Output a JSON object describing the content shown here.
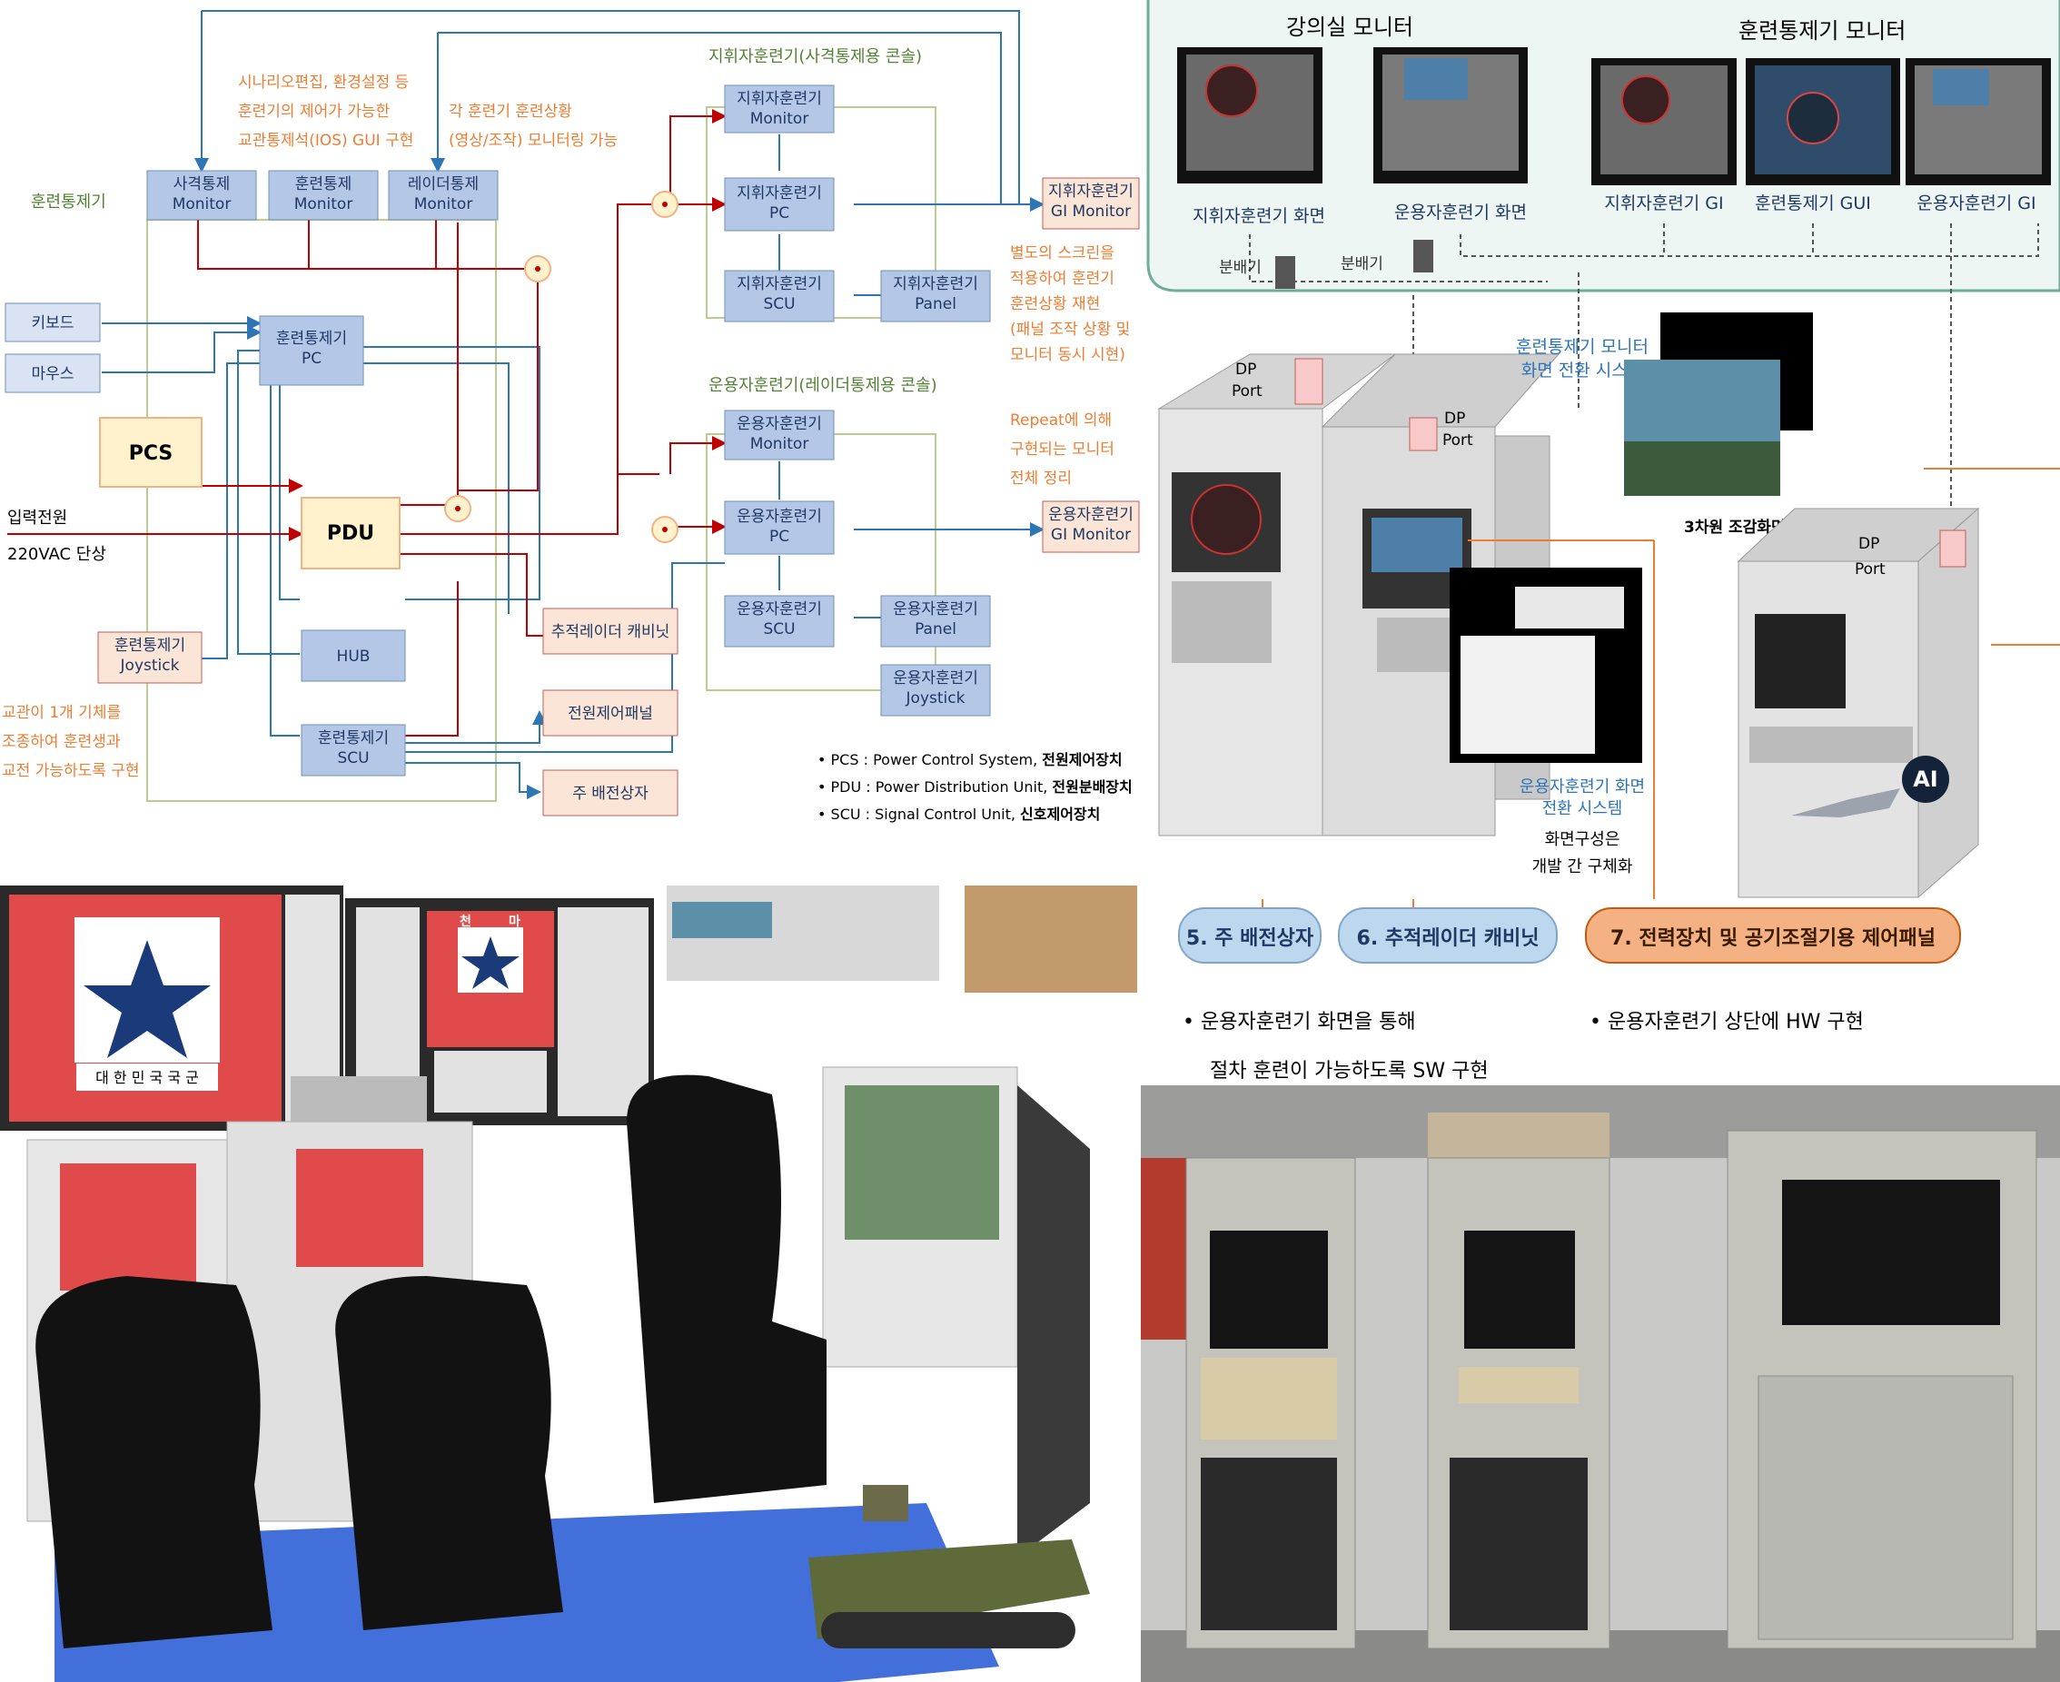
{
  "system_diagram": {
    "title": "훈련통제기",
    "inputs": {
      "keyboard": "키보드",
      "mouse": "마우스",
      "power_in": "입력전원",
      "power_spec": "220VAC 단상"
    },
    "notes": {
      "ios_note": [
        "시나리오편집, 환경설정 등",
        "훈련기의 제어가 가능한",
        "교관통제석(IOS) GUI 구현"
      ],
      "monitoring_note": [
        "각 훈련기 훈련상황",
        "(영상/조작) 모니터링 가능"
      ],
      "screen_note": [
        "별도의 스크린을",
        "적용하여 훈련기",
        "훈련상황 재현",
        "(패널 조작 상황 및",
        "모니터 동시 시현)"
      ],
      "repeat_note": [
        "Repeat에 의해",
        "구현되는 모니터",
        "전체 정리"
      ],
      "instructor_note": [
        "교관이 1개 기체를",
        "조종하여 훈련생과",
        "교전 가능하도록 구현"
      ]
    },
    "blocks": {
      "mon_fire": [
        "사격통제",
        "Monitor"
      ],
      "mon_train": [
        "훈련통제",
        "Monitor"
      ],
      "mon_radar": [
        "레이더통제",
        "Monitor"
      ],
      "ctl_pc": [
        "훈련통제기",
        "PC"
      ],
      "pcs": "PCS",
      "pdu": "PDU",
      "hub": "HUB",
      "ctl_joy": [
        "훈련통제기",
        "Joystick"
      ],
      "ctl_scu": [
        "훈련통제기",
        "SCU"
      ],
      "cmd_title": "지휘자훈련기(사격통제용 콘솔)",
      "cmd_mon": [
        "지휘자훈련기",
        "Monitor"
      ],
      "cmd_pc": [
        "지휘자훈련기",
        "PC"
      ],
      "cmd_scu": [
        "지휘자훈련기",
        "SCU"
      ],
      "cmd_panel": [
        "지휘자훈련기",
        "Panel"
      ],
      "cmd_gi": [
        "지휘자훈련기",
        "GI Monitor"
      ],
      "op_title": "운용자훈련기(레이더통제용 콘솔)",
      "op_mon": [
        "운용자훈련기",
        "Monitor"
      ],
      "op_pc": [
        "운용자훈련기",
        "PC"
      ],
      "op_scu": [
        "운용자훈련기",
        "SCU"
      ],
      "op_panel": [
        "운용자훈련기",
        "Panel"
      ],
      "op_joy": [
        "운용자훈련기",
        "Joystick"
      ],
      "op_gi": [
        "운용자훈련기",
        "GI Monitor"
      ],
      "radar_cab": "추적레이더 캐비닛",
      "power_panel": "전원제어패널",
      "main_dist": "주 배전상자"
    },
    "legend": [
      {
        "abbr": "PCS : Power Control System, ",
        "ko": "전원제어장치"
      },
      {
        "abbr": "PDU : Power Distribution Unit, ",
        "ko": "전원분배장치"
      },
      {
        "abbr": "SCU : Signal Control Unit, ",
        "ko": "신호제어장치"
      }
    ]
  },
  "concept_diagram": {
    "lecture_monitor": "강의실 모니터",
    "control_monitor": "훈련통제기 모니터",
    "screens": [
      "지휘자훈련기 화면",
      "운용자훈련기 화면",
      "지휘자훈련기 GI",
      "훈련통제기 GUI",
      "운용자훈련기 GI"
    ],
    "splitter": "분배기",
    "dp_port": [
      "DP",
      "Port"
    ],
    "switch_note": [
      "훈련통제기 모니터",
      "화면 전환 시스템"
    ],
    "view_3d": "3차원 조감화면",
    "op_switch": [
      "운용자훈련기 화면",
      "전환 시스템"
    ],
    "screen_config": [
      "화면구성은",
      "개발 간 구체화"
    ],
    "ai_badge": "AI",
    "tabs": [
      "5. 주 배전상자",
      "6. 추적레이더 캐비닛",
      "7. 전력장치 및 공기조절기용 제어패널"
    ],
    "bullets": [
      "운용자훈련기 화면을 통해",
      "절차 훈련이 가능하도록 SW 구현",
      "운용자훈련기 상단에 HW 구현"
    ],
    "bullet_mark": "•"
  },
  "screen_text": {
    "emblem_chars": [
      "천",
      "마"
    ],
    "emblem_caption": "대 한 민 국   국 군"
  },
  "colors": {
    "block_fill": "#b4c7e7",
    "block_stroke": "#6f8fb8",
    "pcs_fill": "#fff2cc",
    "pcs_stroke": "#f4b183",
    "ext_fill": "#fbe5d6",
    "ext_stroke": "#c55a5a",
    "power_line": "#c00000",
    "signal_line": "#2e75b6",
    "note_text": "#ed7d31",
    "concept_bg": "#edf6f2",
    "tab_blue": "#bdd7ee",
    "tab_orange": "#f4b183"
  }
}
